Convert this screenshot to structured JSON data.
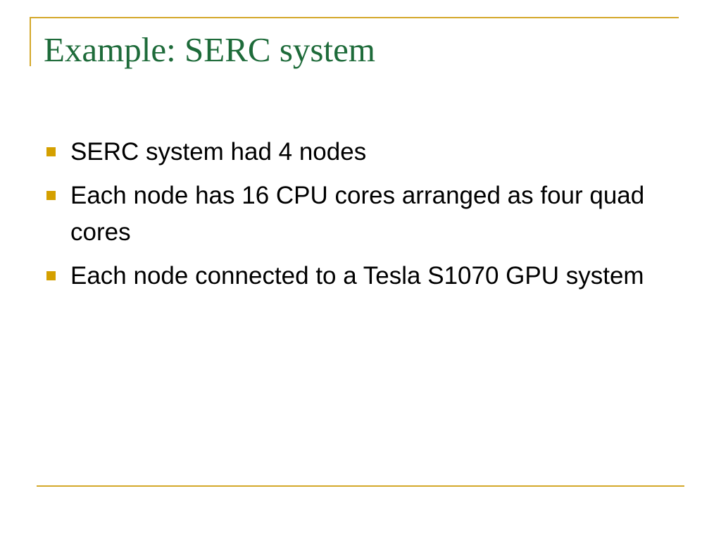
{
  "slide": {
    "title": "Example: SERC system",
    "bullets": [
      "SERC system had 4 nodes",
      "Each node has 16 CPU cores arranged as four quad cores",
      "Each node connected to a Tesla S1070 GPU system"
    ]
  },
  "colors": {
    "title": "#1e6b3a",
    "accent_line": "#d4a82a",
    "bullet_marker": "#d4a000",
    "body_text": "#000000",
    "background": "#ffffff"
  }
}
